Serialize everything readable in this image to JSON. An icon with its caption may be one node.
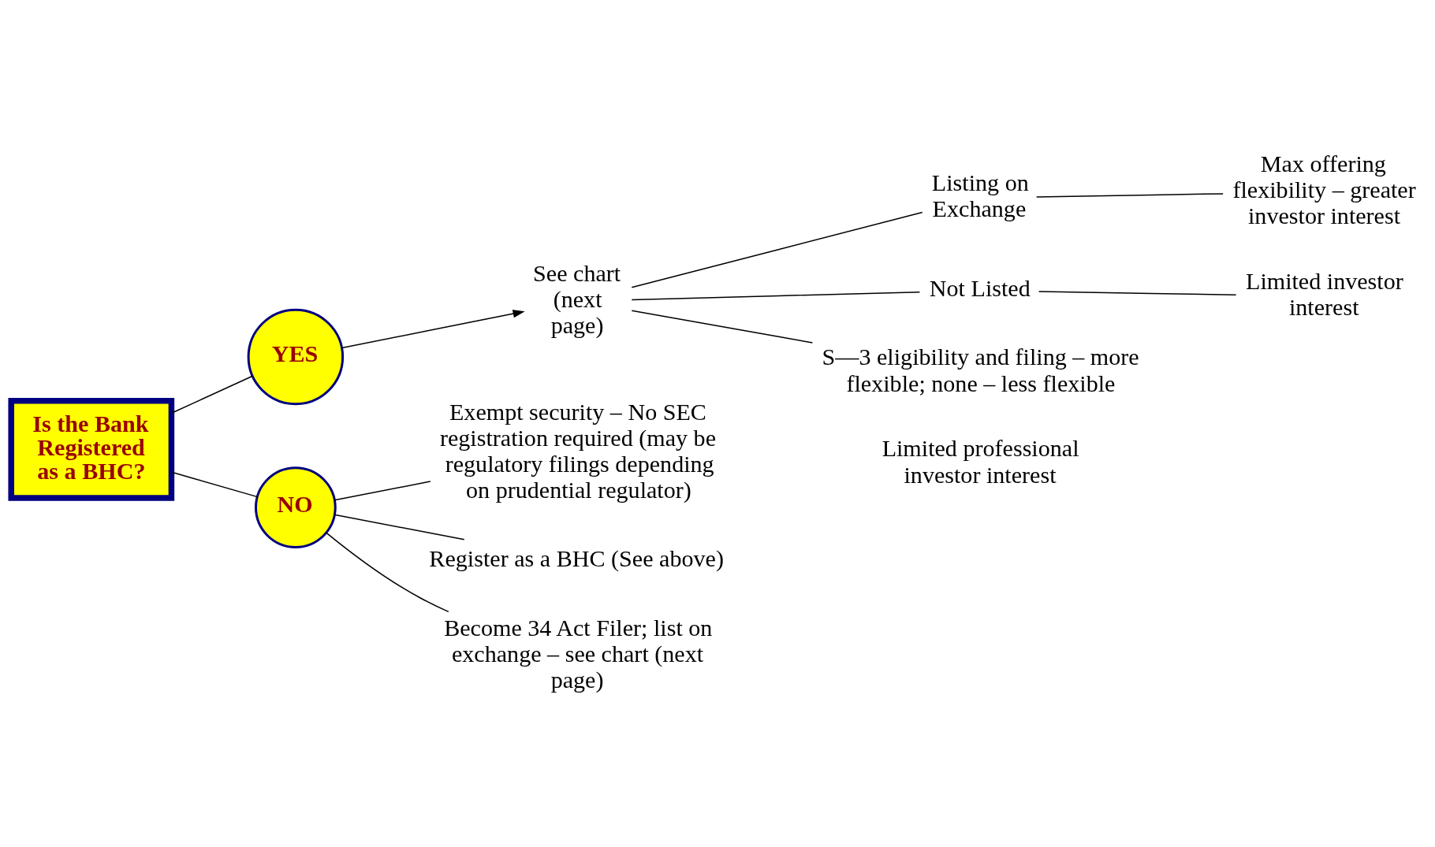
{
  "diagram": {
    "nodes": [
      {
        "text": [
          "Is the Bank Registered as a BHC?"
        ]
      },
      {
        "text": [
          "YES"
        ]
      },
      {
        "text": [
          "NO"
        ]
      },
      {
        "text": [
          "See chart (next page)"
        ]
      },
      {
        "text": [
          "Listing on Exchange"
        ]
      },
      {
        "text": [
          "Not Listed"
        ]
      },
      {
        "text": [
          "S—3 eligibility and filing – more flexible; none – less flexible"
        ]
      },
      {
        "text": [
          "Max offering flexibility – greater investor interest"
        ]
      },
      {
        "text": [
          "Limited investor interest"
        ]
      },
      {
        "text": [
          "Exempt security – No SEC registration required (may be regulatory filings depending on prudential regulator)"
        ]
      },
      {
        "text": [
          "Register as a BHC (See above)"
        ]
      },
      {
        "text": [
          "Become 34 Act Filer; list on exchange – see chart (next page)"
        ]
      }
    ],
    "edges": [
      {
        "from": 0,
        "to": 1,
        "arrow": "none"
      },
      {
        "from": 0,
        "to": 2,
        "arrow": "none"
      },
      {
        "from": 1,
        "to": 3,
        "arrow": "to"
      },
      {
        "from": 3,
        "to": 4,
        "arrow": "none"
      },
      {
        "from": 3,
        "to": 5,
        "arrow": "none"
      },
      {
        "from": 3,
        "to": 6,
        "arrow": "none"
      },
      {
        "from": 4,
        "to": 7,
        "arrow": "none"
      },
      {
        "from": 5,
        "to": 8,
        "arrow": "none"
      },
      {
        "from": 2,
        "to": 9,
        "arrow": "none"
      },
      {
        "from": 2,
        "to": 10,
        "arrow": "none"
      },
      {
        "from": 2,
        "to": 11,
        "arrow": "none"
      }
    ],
    "labels": [
      "Limited professional investor interest"
    ]
  }
}
